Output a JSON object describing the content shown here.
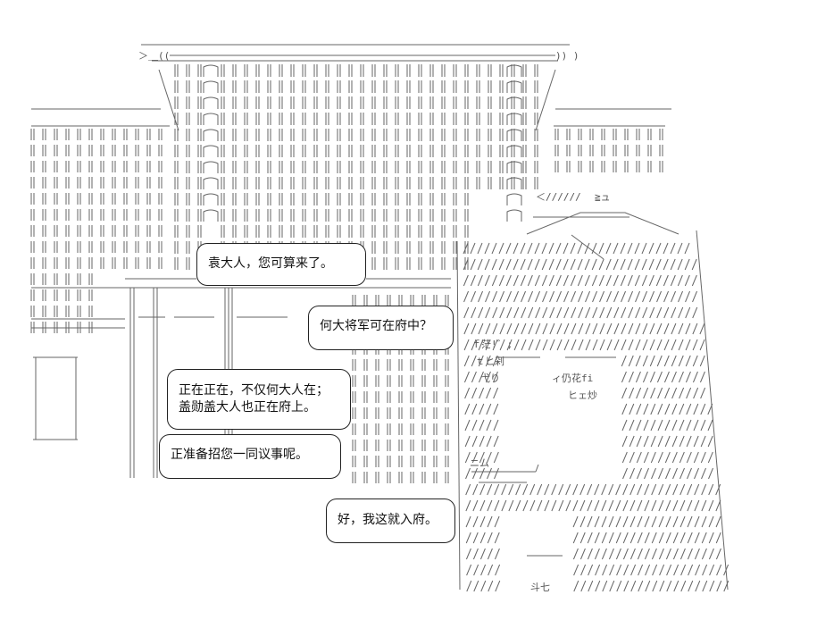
{
  "scene": {
    "description_type": "ascii-art-manga-panel",
    "colors": {
      "line": "#555555",
      "text": "#111111",
      "background": "#ffffff"
    }
  },
  "dialogue": [
    {
      "id": "b1",
      "lines": [
        "袁大人，您可算来了。"
      ]
    },
    {
      "id": "b2",
      "lines": [
        "何大将军可在府中？"
      ]
    },
    {
      "id": "b3",
      "lines": [
        "正在正在，不仅何大人在；",
        "盖勋盖大人也正在府上。"
      ]
    },
    {
      "id": "b4",
      "lines": [
        "正准备招您一同议事呢。"
      ]
    },
    {
      "id": "b5",
      "lines": [
        "好，我这就入府。"
      ]
    }
  ],
  "art_fragments": {
    "hat_top": "≧ュ",
    "hat_left": "＜//////",
    "char_line1": "ｆ茫!゛;",
    "char_line2": "ｔヒ剁",
    "char_line3": "弋り",
    "char_line4": "ィ仍花fi",
    "char_line5": "ヒェ炒",
    "char_line6": "斗七",
    "char_line7": "ニム",
    "roof_left": "＞＿((",
    "roof_right": "))  )"
  }
}
